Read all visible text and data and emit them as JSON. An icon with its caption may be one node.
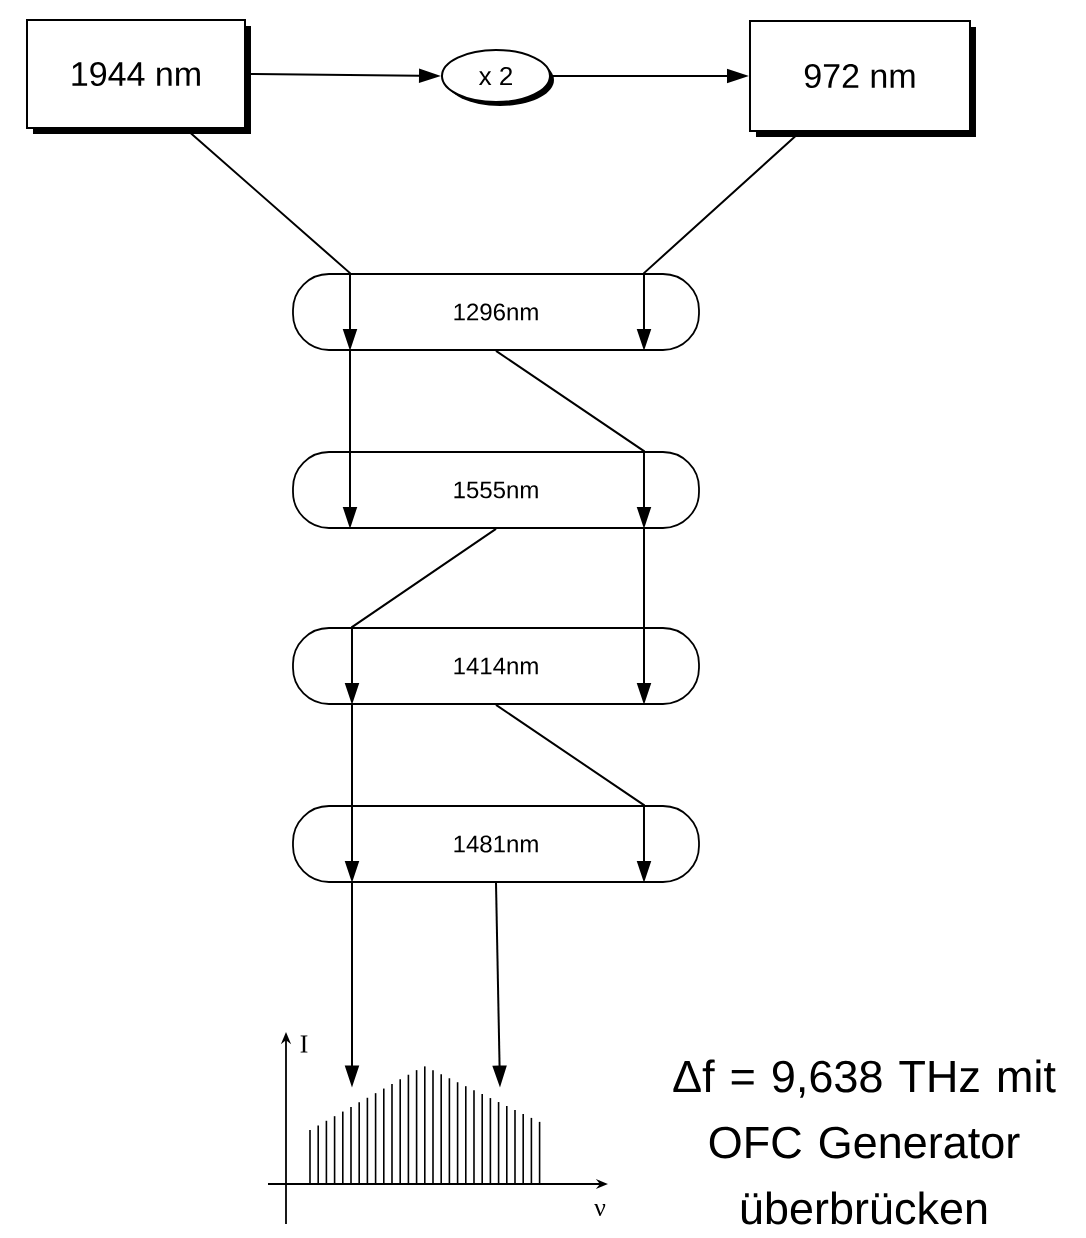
{
  "diagram": {
    "nodes": [
      {
        "text": [
          "1944 nm"
        ]
      },
      {
        "text": [
          "x 2"
        ]
      },
      {
        "text": [
          "972 nm"
        ]
      },
      {
        "text": [
          "1296nm"
        ]
      },
      {
        "text": [
          "1555nm"
        ]
      },
      {
        "text": [
          "1414nm"
        ]
      },
      {
        "text": [
          "1481nm"
        ]
      },
      {
        "text": [],
        "shape": "picture"
      }
    ],
    "edges": [
      {
        "from": 0,
        "to": 1,
        "arrow": "to"
      },
      {
        "from": 1,
        "to": 2,
        "arrow": "to"
      },
      {
        "from": 0,
        "to": 3,
        "arrow": "to"
      },
      {
        "from": 2,
        "to": 3,
        "arrow": "to"
      },
      {
        "from": 3,
        "to": 4,
        "arrow": "to"
      },
      {
        "from": 3,
        "to": 4,
        "arrow": "to"
      },
      {
        "from": 4,
        "to": 5,
        "arrow": "to"
      },
      {
        "from": 4,
        "to": 5,
        "arrow": "to"
      },
      {
        "from": 5,
        "to": 6,
        "arrow": "to"
      },
      {
        "from": 5,
        "to": 6,
        "arrow": "to"
      },
      {
        "from": 6,
        "to": 7,
        "arrow": "to"
      },
      {
        "from": 6,
        "to": 7,
        "arrow": "to"
      }
    ],
    "labels": [
      "I",
      "ν",
      "Δf = 9,638 THz mit OFC Generator überbrücken"
    ]
  }
}
